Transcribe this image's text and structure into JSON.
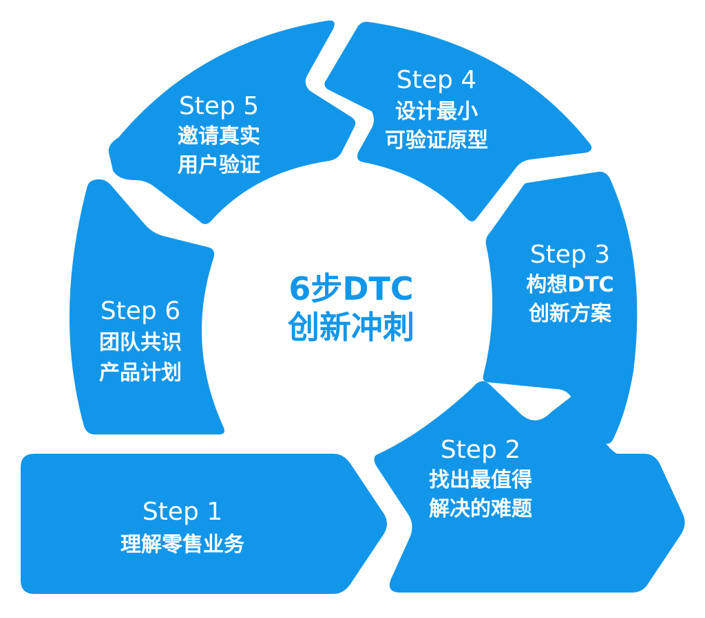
{
  "center": {
    "line1": "6步DTC",
    "line2": "创新冲刺"
  },
  "steps": [
    {
      "title": "Step 1",
      "lines": [
        "理解零售业务"
      ]
    },
    {
      "title": "Step 2",
      "lines": [
        "找出最值得",
        "解决的难题"
      ]
    },
    {
      "title": "Step 3",
      "lines": [
        "构想DTC",
        "创新方案"
      ]
    },
    {
      "title": "Step 4",
      "lines": [
        "设计最小",
        "可验证原型"
      ]
    },
    {
      "title": "Step 5",
      "lines": [
        "邀请真实",
        "用户验证"
      ]
    },
    {
      "title": "Step 6",
      "lines": [
        "团队共识",
        "产品计划"
      ]
    }
  ],
  "colors": {
    "segment": "#1296ea",
    "segment_text": "#ffffff",
    "center_text": "#1296ea"
  }
}
